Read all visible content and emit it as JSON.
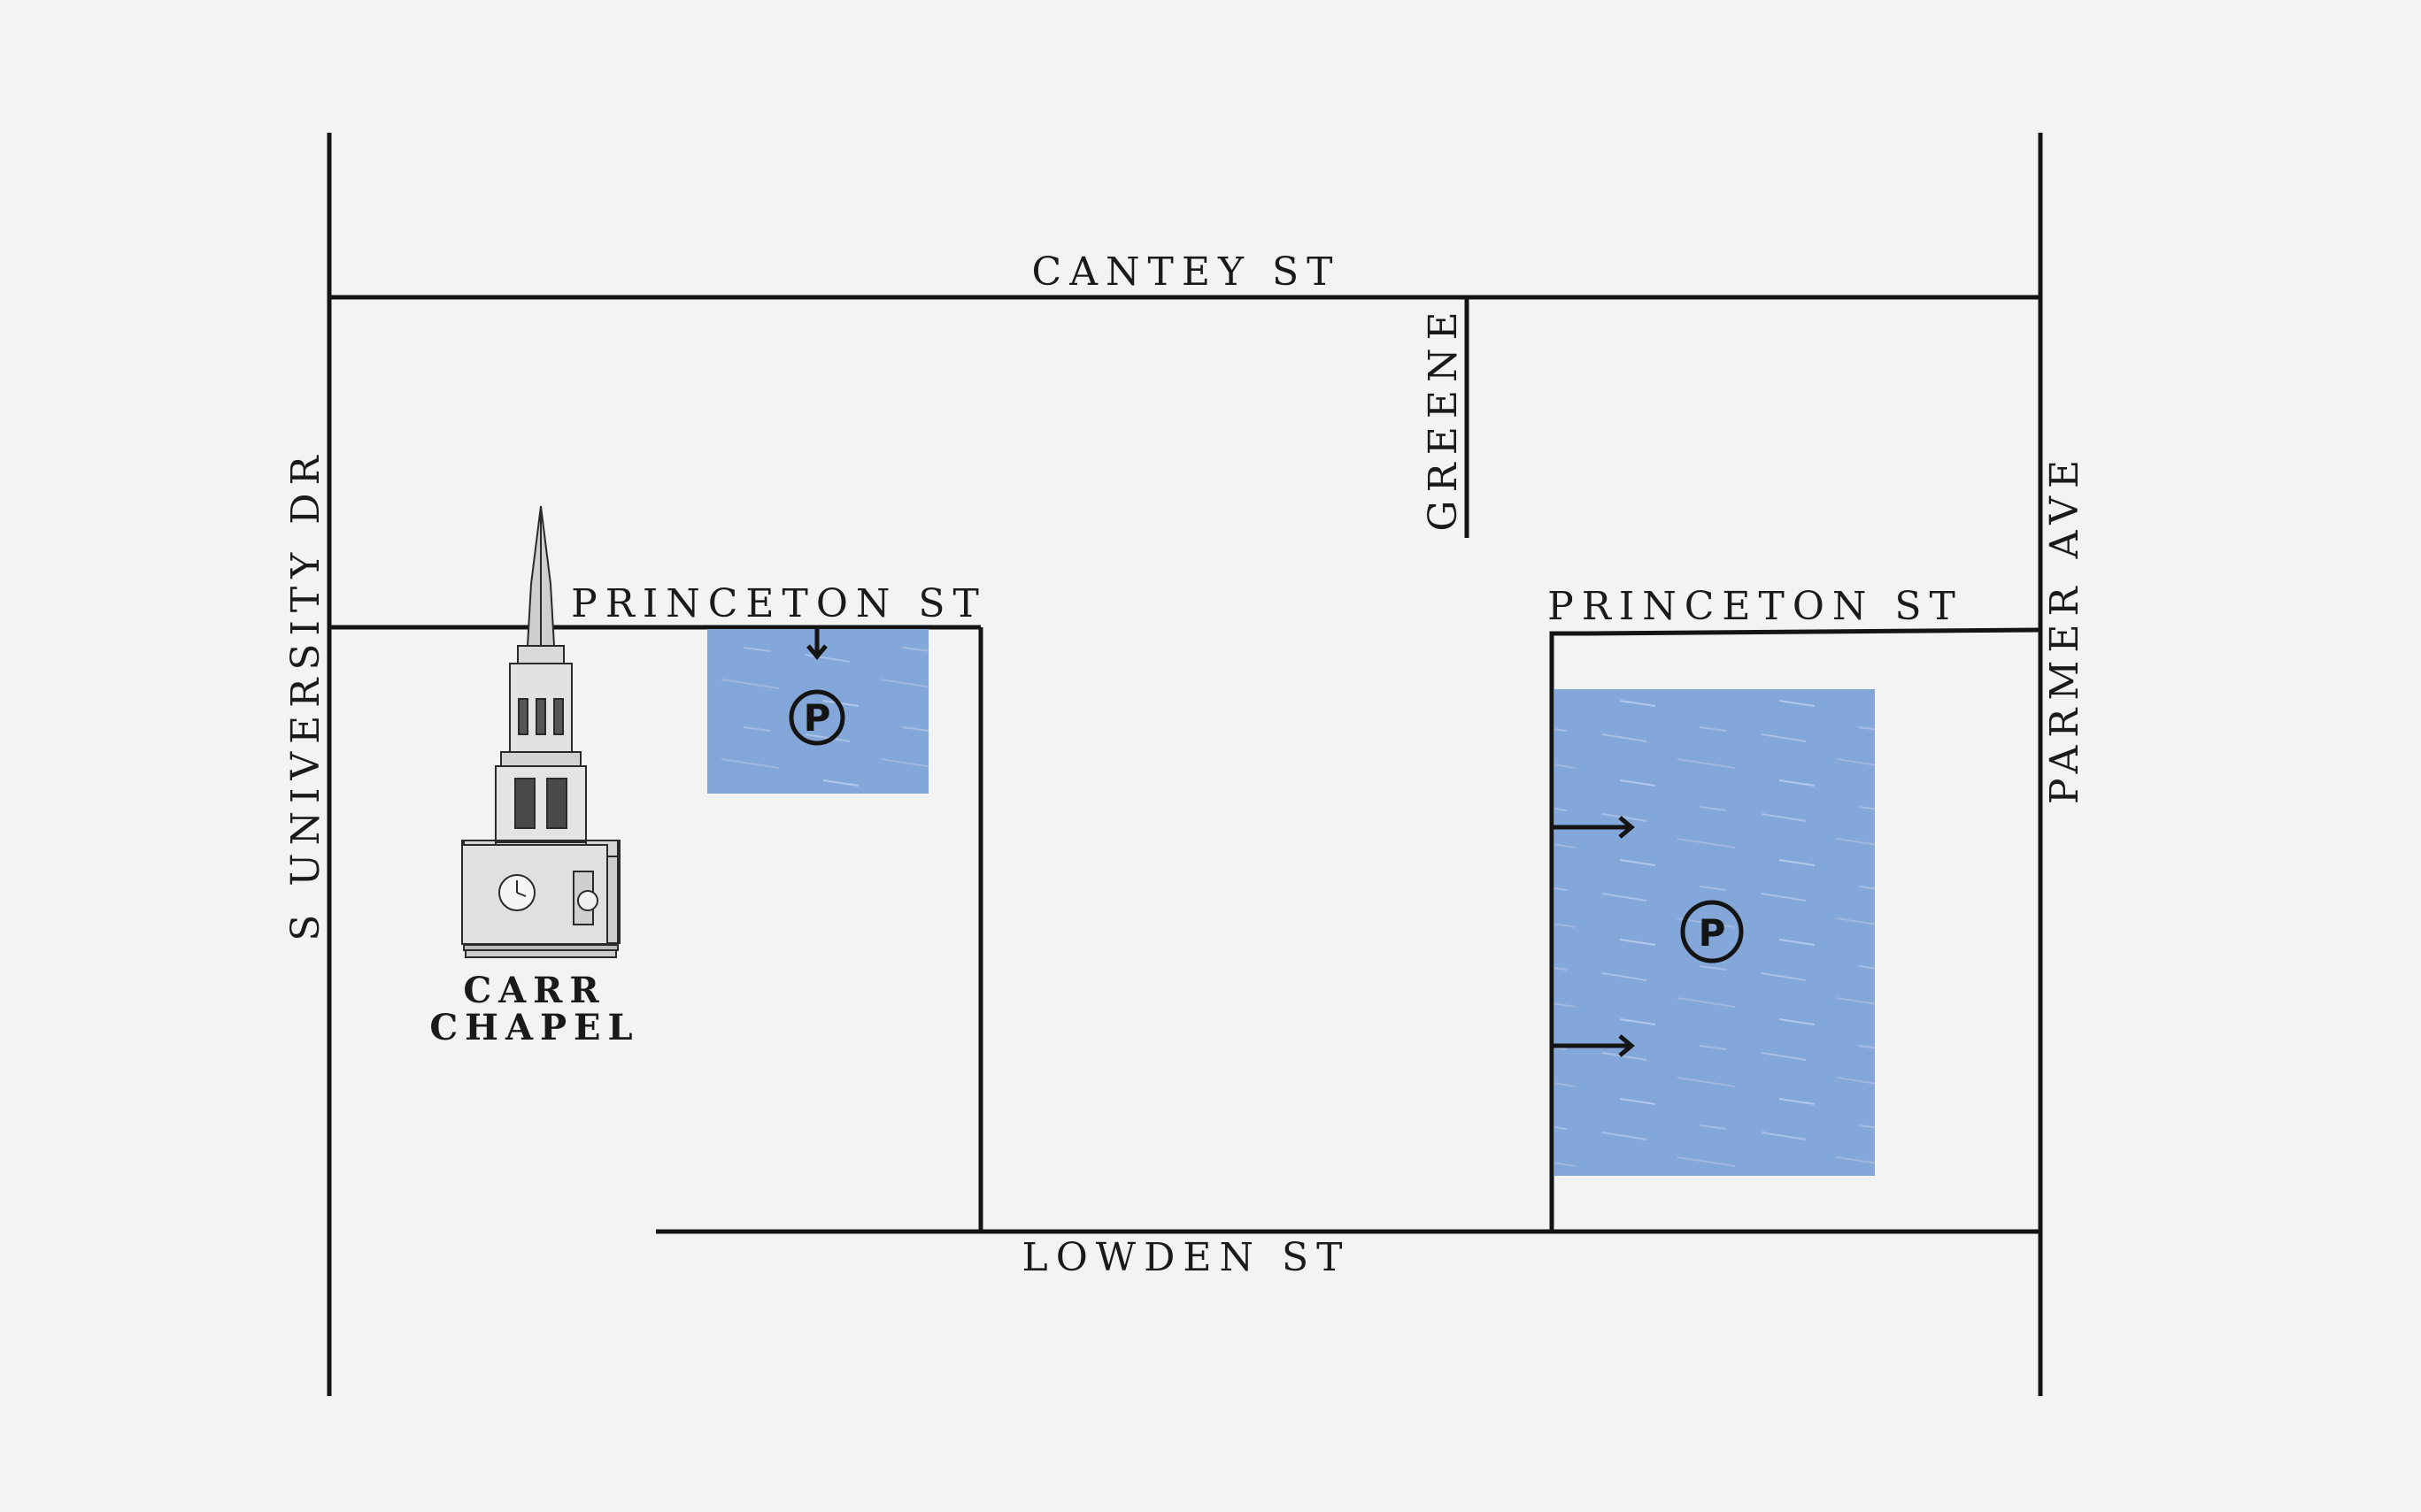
{
  "streets": {
    "cantey": "CANTEY ST",
    "greene": "GREENE",
    "princeton_west": "PRINCETON ST",
    "princeton_east": "PRINCETON ST",
    "lowden": "LOWDEN ST",
    "university": "S UNIVERSITY DR",
    "parmer": "PARMER AVE"
  },
  "landmark": {
    "line1": "CARR",
    "line2": "CHAPEL",
    "icon": "church-steeple-icon"
  },
  "parking": {
    "symbol": "P",
    "icon": "parking-icon",
    "lots": [
      "small-lot",
      "large-lot"
    ]
  },
  "colors": {
    "background": "#f3f3f3",
    "road": "#141414",
    "parking_fill": "#84a7da"
  }
}
